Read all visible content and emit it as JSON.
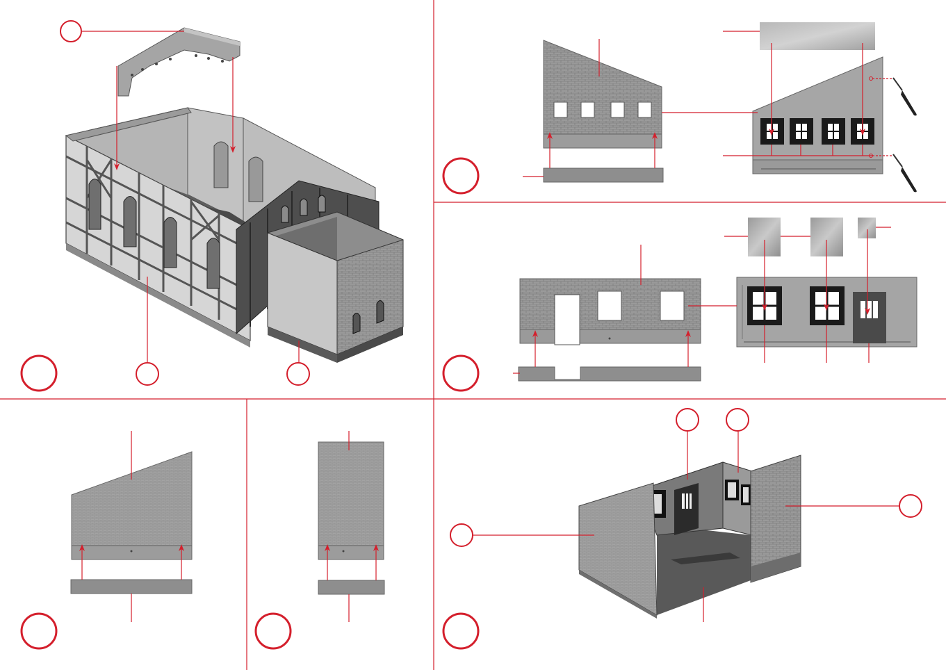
{
  "sheet": {
    "colors": {
      "accent": "#d41f2c",
      "wall_light": "#a9a9a9",
      "wall_mid": "#8c8c8c",
      "wall_dark": "#6b6b6b",
      "window_dark": "#1a1a1a",
      "background": "#ffffff"
    },
    "icons": [
      "hobby-knife-icon",
      "arrow-up-icon",
      "arrow-down-icon"
    ]
  },
  "steps": [
    {
      "id": "step-1",
      "number": "",
      "callouts": [
        "",
        "",
        ""
      ]
    },
    {
      "id": "step-2",
      "number": "",
      "callouts": []
    },
    {
      "id": "step-3",
      "number": "",
      "callouts": []
    },
    {
      "id": "step-4",
      "number": "",
      "callouts": []
    },
    {
      "id": "step-5",
      "number": "",
      "callouts": []
    },
    {
      "id": "step-6",
      "number": "",
      "callouts": [
        "",
        "",
        "",
        ""
      ]
    }
  ]
}
